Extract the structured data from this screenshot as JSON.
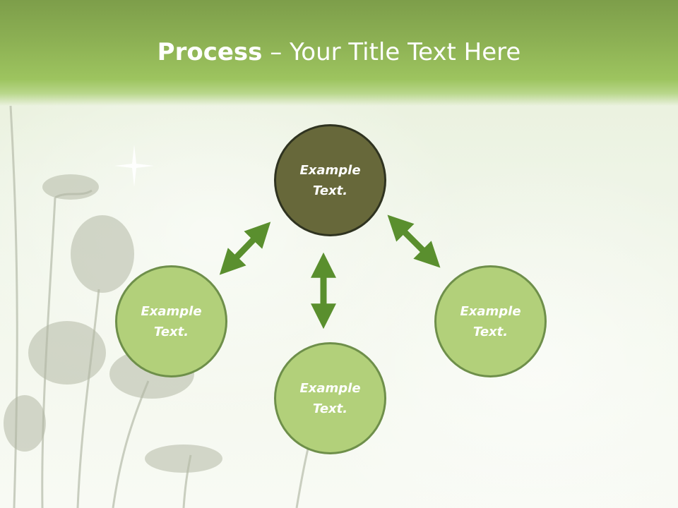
{
  "slide": {
    "title_bold": "Process",
    "title_separator": " – ",
    "title_rest": "Your Title Text Here"
  },
  "nodes": [
    {
      "id": "top",
      "label": "Example Text."
    },
    {
      "id": "left",
      "label": "Example Text."
    },
    {
      "id": "bottom",
      "label": "Example Text."
    },
    {
      "id": "right",
      "label": "Example Text."
    }
  ],
  "colors": {
    "title_band": "#9dc45f",
    "node_light": "#b2d07a",
    "node_light_border": "#6e8f4a",
    "node_dark": "#67683a",
    "node_dark_border": "#2f3320",
    "arrow": "#5a8f2e",
    "text": "#ffffff"
  },
  "icons": [
    "double-arrow-icon",
    "sparkle-icon"
  ]
}
